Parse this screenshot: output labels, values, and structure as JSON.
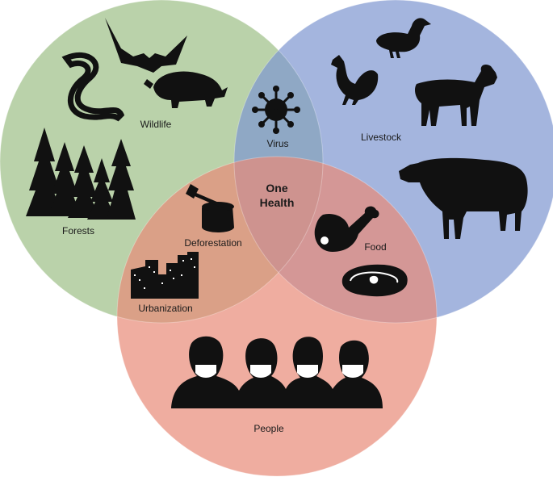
{
  "colors": {
    "green_circle": "#9cbf86",
    "blue_circle": "#7e95d0",
    "red_circle": "#e88a78",
    "silhouette": "#111111",
    "background": "#ffffff"
  },
  "center": {
    "line1": "One",
    "line2": "Health"
  },
  "labels": {
    "wildlife": "Wildlife",
    "livestock": "Livestock",
    "forests": "Forests",
    "virus": "Virus",
    "deforestation": "Deforestation",
    "food": "Food",
    "urbanization": "Urbanization",
    "people": "People"
  },
  "icons": [
    "bat-icon",
    "snake-icon",
    "armadillo-icon",
    "trees-icon",
    "virus-icon",
    "duck-icon",
    "chicken-icon",
    "goat-icon",
    "cow-icon",
    "stump-axe-icon",
    "meat-leg-icon",
    "steak-icon",
    "city-icon",
    "masked-people-icon"
  ]
}
